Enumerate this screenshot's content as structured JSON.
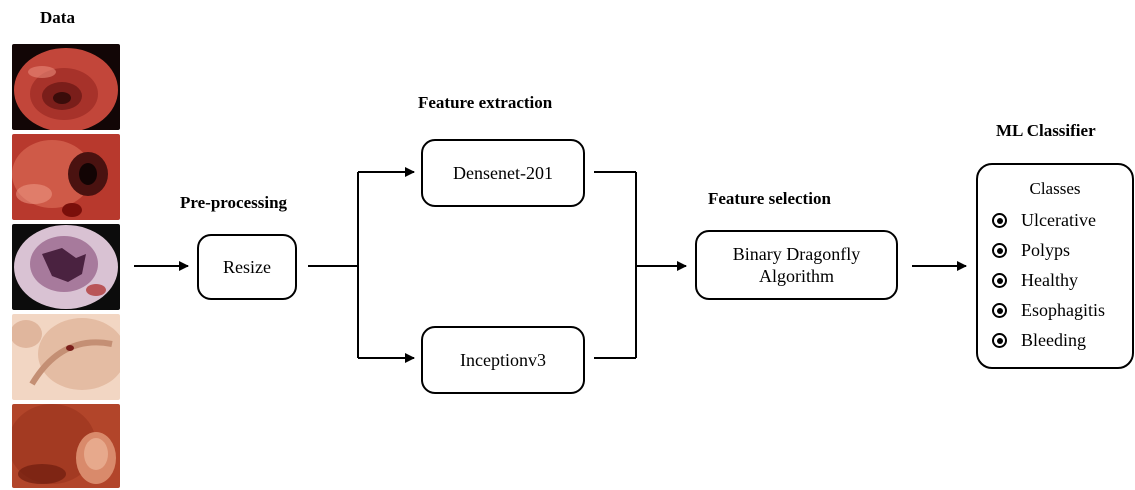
{
  "headings": {
    "data": "Data",
    "preprocessing": "Pre-processing",
    "feature_extraction": "Feature extraction",
    "feature_selection": "Feature selection",
    "ml_classifier": "ML Classifier"
  },
  "nodes": {
    "resize": "Resize",
    "densenet": "Densenet-201",
    "inception": "Inceptionv3",
    "bda_line1": "Binary Dragonfly",
    "bda_line2": "Algorithm"
  },
  "classes": {
    "title": "Classes",
    "items": [
      "Ulcerative",
      "Polyps",
      "Healthy",
      "Esophagitis",
      "Bleeding"
    ]
  },
  "thumbnails": [
    {
      "name": "ulcerative",
      "colors": [
        "#7a1e1a",
        "#c2463a",
        "#e7897a"
      ]
    },
    {
      "name": "polyps",
      "colors": [
        "#3a0d0b",
        "#b8392d",
        "#ef9b86"
      ]
    },
    {
      "name": "healthy",
      "colors": [
        "#4a2240",
        "#a77a9c",
        "#d9c2d3"
      ]
    },
    {
      "name": "esophagitis",
      "colors": [
        "#8a5c46",
        "#d8a88d",
        "#f2d6c3"
      ]
    },
    {
      "name": "bleeding",
      "colors": [
        "#6e1d0e",
        "#b2452a",
        "#d98a6b"
      ]
    }
  ]
}
